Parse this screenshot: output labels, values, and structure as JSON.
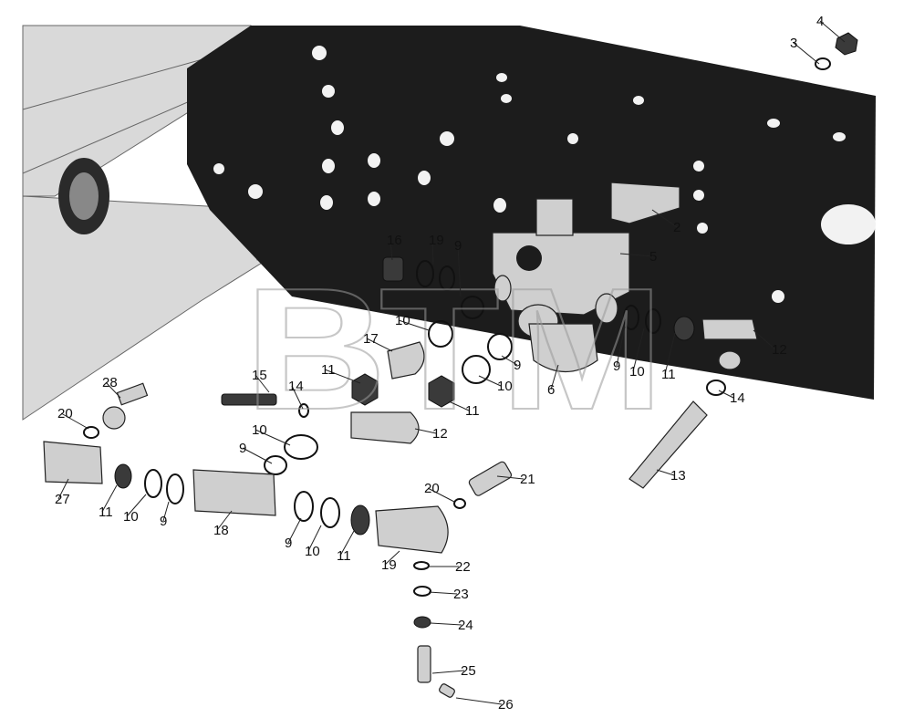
{
  "diagram": {
    "watermark": "ВТМ",
    "callouts": [
      {
        "id": "c1",
        "text": "4"
      },
      {
        "id": "c2",
        "text": "3"
      },
      {
        "id": "c3",
        "text": "2"
      },
      {
        "id": "c4",
        "text": "5"
      },
      {
        "id": "c5",
        "text": "16"
      },
      {
        "id": "c6",
        "text": "19"
      },
      {
        "id": "c7",
        "text": "9"
      },
      {
        "id": "c8",
        "text": "10"
      },
      {
        "id": "c9",
        "text": "17"
      },
      {
        "id": "c10",
        "text": "9"
      },
      {
        "id": "c11",
        "text": "10"
      },
      {
        "id": "c12",
        "text": "6"
      },
      {
        "id": "c13",
        "text": "9"
      },
      {
        "id": "c14",
        "text": "10"
      },
      {
        "id": "c15",
        "text": "11"
      },
      {
        "id": "c16",
        "text": "12"
      },
      {
        "id": "c17",
        "text": "14"
      },
      {
        "id": "c18",
        "text": "11"
      },
      {
        "id": "c19",
        "text": "11"
      },
      {
        "id": "c20",
        "text": "12"
      },
      {
        "id": "c21",
        "text": "15"
      },
      {
        "id": "c22",
        "text": "14"
      },
      {
        "id": "c23",
        "text": "10"
      },
      {
        "id": "c24",
        "text": "28"
      },
      {
        "id": "c25",
        "text": "20"
      },
      {
        "id": "c26",
        "text": "9"
      },
      {
        "id": "c27",
        "text": "27"
      },
      {
        "id": "c28",
        "text": "11"
      },
      {
        "id": "c29",
        "text": "10"
      },
      {
        "id": "c30",
        "text": "9"
      },
      {
        "id": "c31",
        "text": "18"
      },
      {
        "id": "c32",
        "text": "9"
      },
      {
        "id": "c33",
        "text": "10"
      },
      {
        "id": "c34",
        "text": "11"
      },
      {
        "id": "c35",
        "text": "19"
      },
      {
        "id": "c36",
        "text": "20"
      },
      {
        "id": "c37",
        "text": "21"
      },
      {
        "id": "c38",
        "text": "13"
      },
      {
        "id": "c39",
        "text": "22"
      },
      {
        "id": "c40",
        "text": "23"
      },
      {
        "id": "c41",
        "text": "24"
      },
      {
        "id": "c42",
        "text": "25"
      },
      {
        "id": "c43",
        "text": "26"
      }
    ]
  }
}
